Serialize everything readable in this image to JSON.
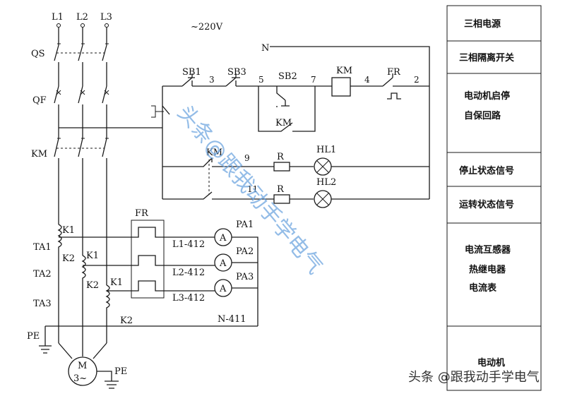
{
  "supply": {
    "l1": "L1",
    "l2": "L2",
    "l3": "L3",
    "voltage": "~220V",
    "neutral": "N"
  },
  "left_labels": {
    "qs": "QS",
    "qf": "QF",
    "km": "KM",
    "ta1": "TA1",
    "ta2": "TA2",
    "ta3": "TA3",
    "pe": "PE",
    "pe_motor": "PE"
  },
  "motor": {
    "m": "M",
    "phase": "3~"
  },
  "control": {
    "sb1": "SB1",
    "sb3": "SB3",
    "sb2": "SB2",
    "km_coil": "KM",
    "fr": "FR",
    "n3": "3",
    "n5": "5",
    "n7": "7",
    "n4": "4",
    "n2": "2",
    "km_aux": "KM",
    "km_nc": "KM",
    "n9": "9",
    "n11": "11",
    "r1": "R",
    "r2": "R",
    "hl1": "HL1",
    "hl2": "HL2"
  },
  "meter": {
    "fr": "FR",
    "k1a": "K1",
    "k2a": "K2",
    "k1b": "K1",
    "k2b": "K2",
    "k1c": "K1",
    "k2c": "K2",
    "w1": "L1-412",
    "w2": "L2-412",
    "w3": "L3-412",
    "wn": "N-411",
    "pa1": "PA1",
    "pa2": "PA2",
    "pa3": "PA3",
    "ammeter": "A"
  },
  "side_panel": {
    "s1": "三相电源",
    "s2": "三相隔离开关",
    "s3a": "电动机启停",
    "s3b": "自保回路",
    "s4": "停止状态信号",
    "s5": "运转状态信号",
    "s6a": "电流互感器",
    "s6b": "热继电器",
    "s6c": "电流表",
    "s7": "电动机"
  },
  "watermark": {
    "diagonal": "头条@跟我动手学电气",
    "bottom": "头条 @跟我动手学电气"
  }
}
